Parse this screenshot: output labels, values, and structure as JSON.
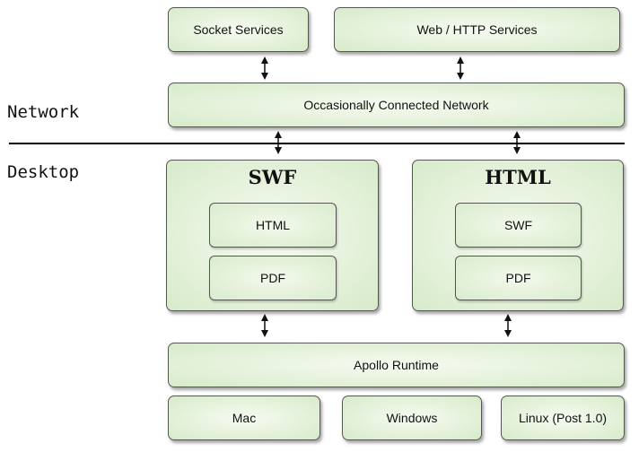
{
  "labels": {
    "network": "Network",
    "desktop": "Desktop"
  },
  "services": {
    "socket": "Socket Services",
    "web": "Web / HTTP Services"
  },
  "network_box": "Occasionally Connected Network",
  "swf_container": {
    "title": "SWF",
    "items": [
      "HTML",
      "PDF"
    ]
  },
  "html_container": {
    "title": "HTML",
    "items": [
      "SWF",
      "PDF"
    ]
  },
  "runtime": "Apollo Runtime",
  "platforms": [
    "Mac",
    "Windows",
    "Linux (Post 1.0)"
  ],
  "colors": {
    "box_fill": "#e6f2dc",
    "box_border": "#555555"
  }
}
